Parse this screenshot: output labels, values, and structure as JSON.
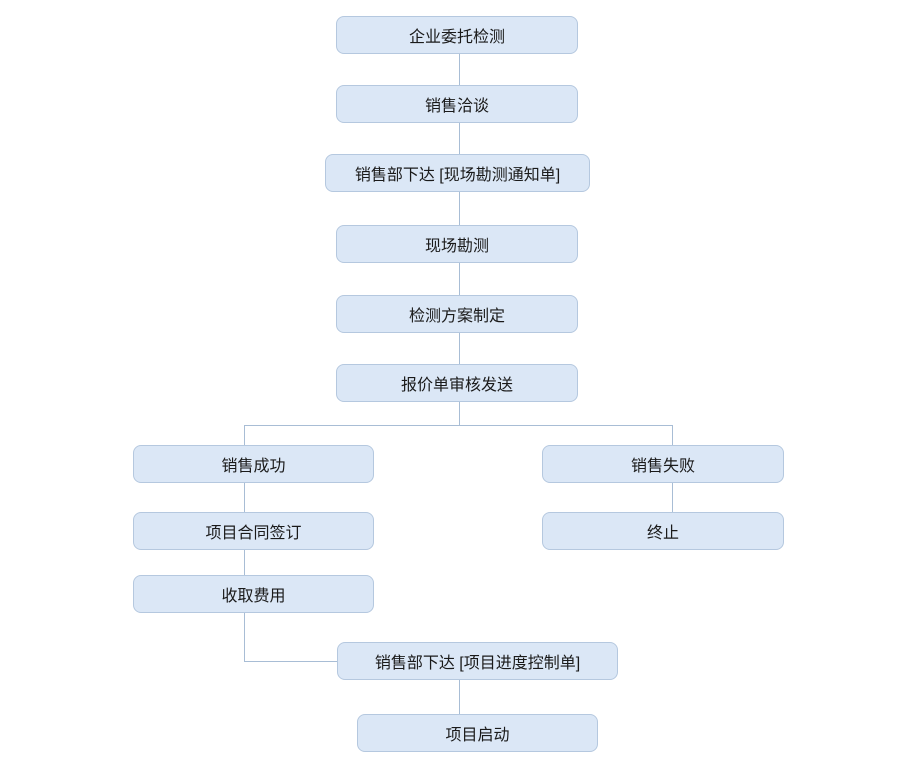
{
  "diagram": {
    "type": "flowchart",
    "nodes": [
      {
        "id": "entrust",
        "label": "企业委托检测"
      },
      {
        "id": "sales-talk",
        "label": "销售洽谈"
      },
      {
        "id": "survey-notice",
        "label": "销售部下达 [现场勘测通知单]"
      },
      {
        "id": "site-survey",
        "label": "现场勘测"
      },
      {
        "id": "plan-make",
        "label": "检测方案制定"
      },
      {
        "id": "quote-send",
        "label": "报价单审核发送"
      },
      {
        "id": "sale-success",
        "label": "销售成功"
      },
      {
        "id": "sale-fail",
        "label": "销售失败"
      },
      {
        "id": "contract-sign",
        "label": "项目合同签订"
      },
      {
        "id": "terminate",
        "label": "终止"
      },
      {
        "id": "collect-fee",
        "label": "收取费用"
      },
      {
        "id": "progress-sheet",
        "label": "销售部下达 [项目进度控制单]"
      },
      {
        "id": "project-launch",
        "label": "项目启动"
      }
    ],
    "edges": [
      {
        "from": "企业委托检测",
        "to": "销售洽谈"
      },
      {
        "from": "销售洽谈",
        "to": "销售部下达 [现场勘测通知单]"
      },
      {
        "from": "销售部下达 [现场勘测通知单]",
        "to": "现场勘测"
      },
      {
        "from": "现场勘测",
        "to": "检测方案制定"
      },
      {
        "from": "检测方案制定",
        "to": "报价单审核发送"
      },
      {
        "from": "报价单审核发送",
        "to": "销售成功"
      },
      {
        "from": "报价单审核发送",
        "to": "销售失败"
      },
      {
        "from": "销售成功",
        "to": "项目合同签订"
      },
      {
        "from": "销售失败",
        "to": "终止"
      },
      {
        "from": "项目合同签订",
        "to": "收取费用"
      },
      {
        "from": "收取费用",
        "to": "销售部下达 [项目进度控制单]"
      },
      {
        "from": "销售部下达 [项目进度控制单]",
        "to": "项目启动"
      }
    ],
    "colors": {
      "node_fill": "#dbe7f6",
      "node_border": "#b5c8df",
      "connector": "#a8bdd5",
      "text": "#1a1a1a",
      "background": "#ffffff"
    }
  }
}
